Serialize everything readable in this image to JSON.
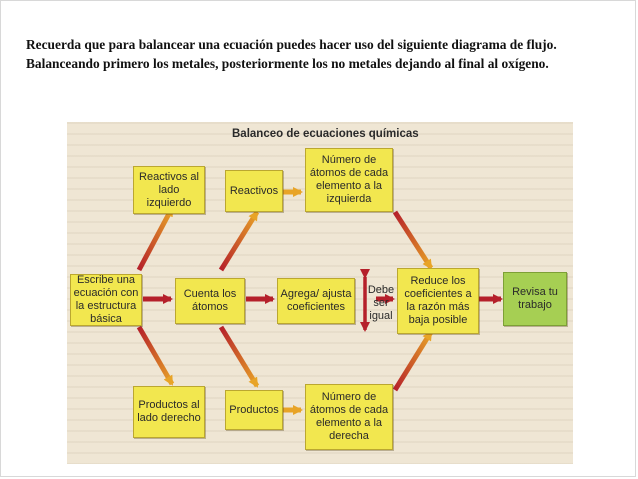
{
  "intro": {
    "line1": "Recuerda que para balancear una ecuación puedes hacer uso del siguiente diagrama de flujo.",
    "line2": "Balanceando primero los metales, posteriormente los no metales dejando al final al oxígeno."
  },
  "colors": {
    "box_fill": "#f2e74f",
    "box_border": "#bba730",
    "final_box_fill": "#a6cf53",
    "arrow_orange": "#e8a427",
    "arrow_red": "#b5202a",
    "photo_background": "#efe6d4"
  },
  "diagram": {
    "title": "Balanceo de ecuaciones químicas",
    "nodes": {
      "start": "Escribe una ecuación con la estructura básica",
      "reactants_left": "Reactivos al lado izquierdo",
      "products_right": "Productos al lado derecho",
      "count_atoms": "Cuenta los átomos",
      "reactants": "Reactivos",
      "products": "Productos",
      "adjust": "Agrega/ ajusta coeficientes",
      "equal_label": "Debe ser igual",
      "atoms_left": "Número de átomos de cada elemento a la izquierda",
      "atoms_right": "Número de átomos de cada elemento a la derecha",
      "reduce": "Reduce los coeficientes a la razón más baja posible",
      "review": "Revisa tu trabajo"
    }
  }
}
